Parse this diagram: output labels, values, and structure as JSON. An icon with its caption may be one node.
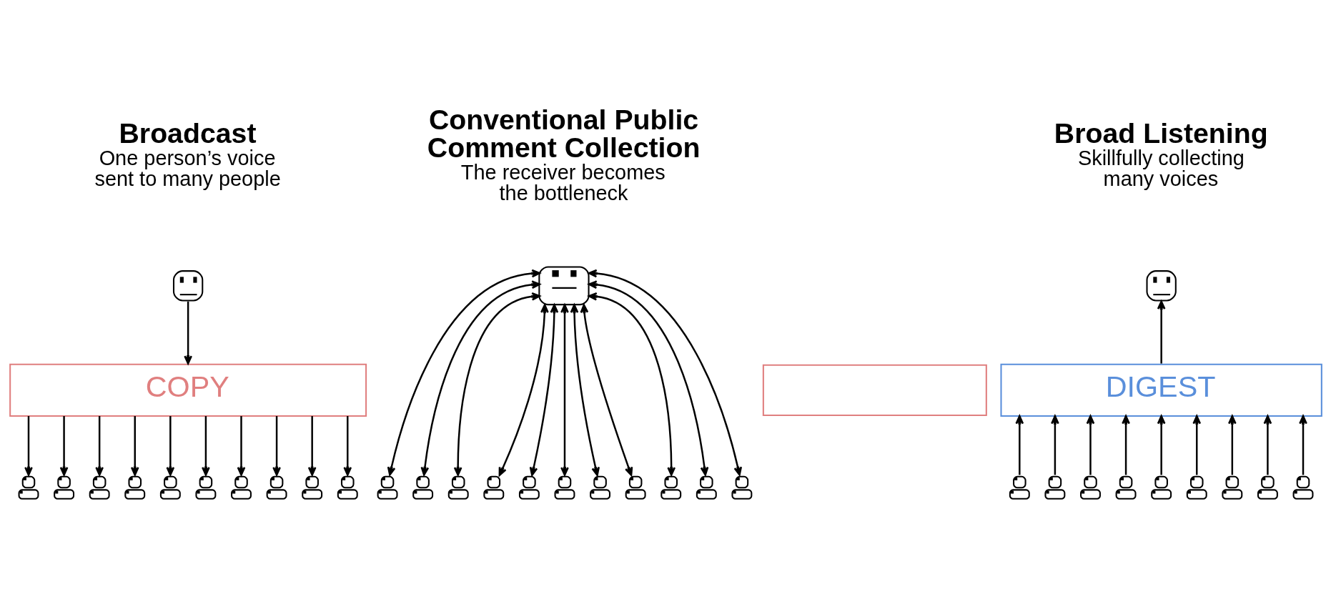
{
  "diagram": {
    "nodes": [
      {
        "text": [],
        "shape": "face"
      },
      {
        "text": [
          "COPY"
        ]
      },
      {
        "text": [],
        "shape": "person"
      },
      {
        "text": [],
        "shape": "person"
      },
      {
        "text": [],
        "shape": "person"
      },
      {
        "text": [],
        "shape": "person"
      },
      {
        "text": [],
        "shape": "person"
      },
      {
        "text": [],
        "shape": "person"
      },
      {
        "text": [],
        "shape": "person"
      },
      {
        "text": [],
        "shape": "person"
      },
      {
        "text": [],
        "shape": "person"
      },
      {
        "text": [],
        "shape": "person"
      },
      {
        "text": [],
        "shape": "face"
      },
      {
        "text": [],
        "shape": "box"
      },
      {
        "text": [],
        "shape": "person"
      },
      {
        "text": [],
        "shape": "person"
      },
      {
        "text": [],
        "shape": "person"
      },
      {
        "text": [],
        "shape": "person"
      },
      {
        "text": [],
        "shape": "person"
      },
      {
        "text": [],
        "shape": "person"
      },
      {
        "text": [],
        "shape": "person"
      },
      {
        "text": [],
        "shape": "person"
      },
      {
        "text": [],
        "shape": "person"
      },
      {
        "text": [],
        "shape": "person"
      },
      {
        "text": [],
        "shape": "person"
      },
      {
        "text": [],
        "shape": "face"
      },
      {
        "text": [
          "DIGEST"
        ]
      },
      {
        "text": [],
        "shape": "person"
      },
      {
        "text": [],
        "shape": "person"
      },
      {
        "text": [],
        "shape": "person"
      },
      {
        "text": [],
        "shape": "person"
      },
      {
        "text": [],
        "shape": "person"
      },
      {
        "text": [],
        "shape": "person"
      },
      {
        "text": [],
        "shape": "person"
      },
      {
        "text": [],
        "shape": "person"
      },
      {
        "text": [],
        "shape": "person"
      }
    ],
    "edges": [
      {
        "from": 0,
        "to": 1,
        "arrow": "to"
      },
      {
        "from": 1,
        "to": 2,
        "arrow": "to"
      },
      {
        "from": 1,
        "to": 3,
        "arrow": "to"
      },
      {
        "from": 1,
        "to": 4,
        "arrow": "to"
      },
      {
        "from": 1,
        "to": 5,
        "arrow": "to"
      },
      {
        "from": 1,
        "to": 6,
        "arrow": "to"
      },
      {
        "from": 1,
        "to": 7,
        "arrow": "to"
      },
      {
        "from": 1,
        "to": 8,
        "arrow": "to"
      },
      {
        "from": 1,
        "to": 9,
        "arrow": "to"
      },
      {
        "from": 1,
        "to": 10,
        "arrow": "to"
      },
      {
        "from": 1,
        "to": 11,
        "arrow": "to"
      },
      {
        "from": 12,
        "to": 14,
        "arrow": "both"
      },
      {
        "from": 12,
        "to": 15,
        "arrow": "both"
      },
      {
        "from": 12,
        "to": 16,
        "arrow": "both"
      },
      {
        "from": 12,
        "to": 17,
        "arrow": "both"
      },
      {
        "from": 12,
        "to": 18,
        "arrow": "both"
      },
      {
        "from": 12,
        "to": 19,
        "arrow": "both"
      },
      {
        "from": 12,
        "to": 20,
        "arrow": "both"
      },
      {
        "from": 12,
        "to": 21,
        "arrow": "both"
      },
      {
        "from": 12,
        "to": 22,
        "arrow": "both"
      },
      {
        "from": 12,
        "to": 23,
        "arrow": "both"
      },
      {
        "from": 12,
        "to": 24,
        "arrow": "both"
      },
      {
        "from": 27,
        "to": 26,
        "arrow": "to"
      },
      {
        "from": 28,
        "to": 26,
        "arrow": "to"
      },
      {
        "from": 29,
        "to": 26,
        "arrow": "to"
      },
      {
        "from": 30,
        "to": 26,
        "arrow": "to"
      },
      {
        "from": 31,
        "to": 26,
        "arrow": "to"
      },
      {
        "from": 32,
        "to": 26,
        "arrow": "to"
      },
      {
        "from": 33,
        "to": 26,
        "arrow": "to"
      },
      {
        "from": 34,
        "to": 26,
        "arrow": "to"
      },
      {
        "from": 35,
        "to": 26,
        "arrow": "to"
      },
      {
        "from": 26,
        "to": 25,
        "arrow": "to"
      }
    ],
    "labels": [
      "Broadcast",
      "One person’s voice sent to many people",
      "Conventional Public Comment Collection",
      "The receiver becomes the bottleneck",
      "Broad Listening",
      "Skillfully collecting many voices"
    ]
  }
}
